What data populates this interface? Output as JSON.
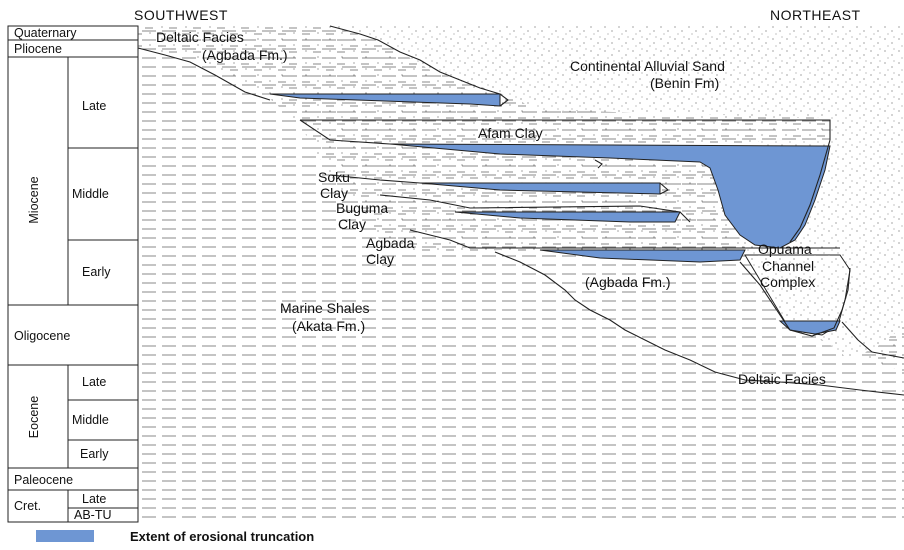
{
  "header": {
    "left": "SOUTHWEST",
    "right": "NORTHEAST"
  },
  "timescale": {
    "quaternary": "Quaternary",
    "pliocene": "Pliocene",
    "miocene": "Miocene",
    "miocene_late": "Late",
    "miocene_middle": "Middle",
    "miocene_early": "Early",
    "oligocene": "Oligocene",
    "eocene": "Eocene",
    "eocene_late": "Late",
    "eocene_middle": "Middle",
    "eocene_early": "Early",
    "paleocene": "Paleocene",
    "cret": "Cret.",
    "cret_late": "Late",
    "cret_abtu": "AB-TU"
  },
  "labels": {
    "deltaic_top_1": "Deltaic Facies",
    "deltaic_top_2": "(Agbada Fm.)",
    "benin_1": "Continental Alluvial Sand",
    "benin_2": "(Benin Fm)",
    "afam": "Afam Clay",
    "soku_1": "Soku",
    "soku_2": "Clay",
    "buguma_1": "Buguma",
    "buguma_2": "Clay",
    "agbada_clay_1": "Agbada",
    "agbada_clay_2": "Clay",
    "agbada_fm": "(Agbada Fm.)",
    "opuama_1": "Opuama",
    "opuama_2": "Channel",
    "opuama_3": "Complex",
    "marine_1": "Marine Shales",
    "marine_2": "(Akata Fm.)",
    "deltaic_bottom": "Deltaic Facies"
  },
  "legend": {
    "text": "Extent of erosional truncation",
    "color": "#6e96d3"
  },
  "colors": {
    "truncation_fill": "#6e96d3",
    "line": "#222222"
  }
}
